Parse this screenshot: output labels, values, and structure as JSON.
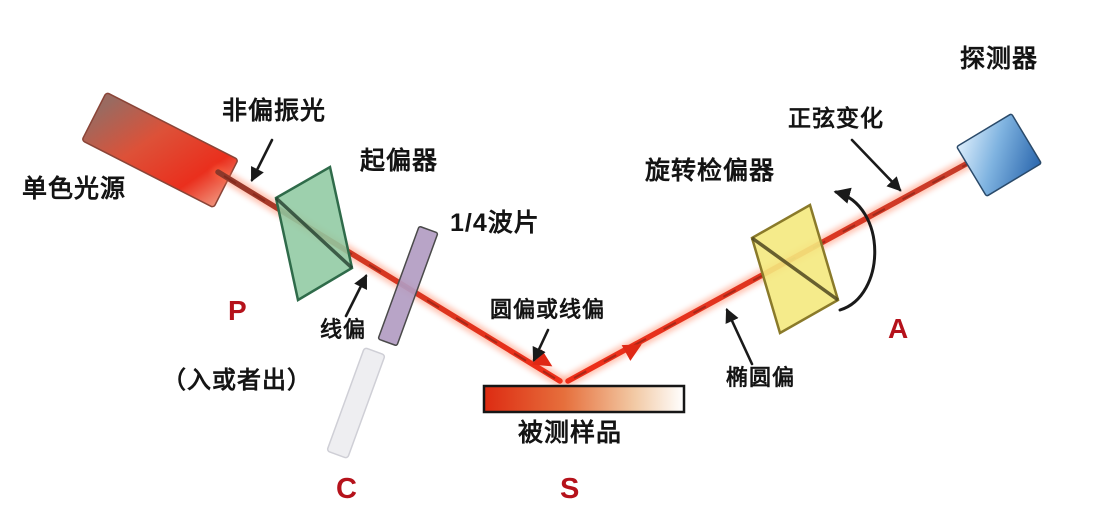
{
  "diagram": {
    "labels": {
      "light_source": "单色光源",
      "unpolarized_light": "非偏振光",
      "polarizer": "起偏器",
      "polarizer_letter": "P",
      "linear_polarization": "线偏",
      "quarter_wave_plate": "1/4波片",
      "in_or_out": "（入或者出）",
      "compensator_letter": "C",
      "circular_or_linear": "圆偏或线偏",
      "sample": "被测样品",
      "sample_letter": "S",
      "elliptical_polarization": "椭圆偏",
      "rotating_analyzer": "旋转检偏器",
      "analyzer_letter": "A",
      "sinusoidal_variation": "正弦变化",
      "detector": "探测器"
    },
    "colors": {
      "beam_red": "#e52c18",
      "letter_red": "#b5121b",
      "polarizer_green": "#8fc9a2",
      "analyzer_yellow": "#f4e97e",
      "waveplate_purple": "#b29cc2",
      "detector_blue": "#3b74b8",
      "text_black": "#141414"
    }
  }
}
